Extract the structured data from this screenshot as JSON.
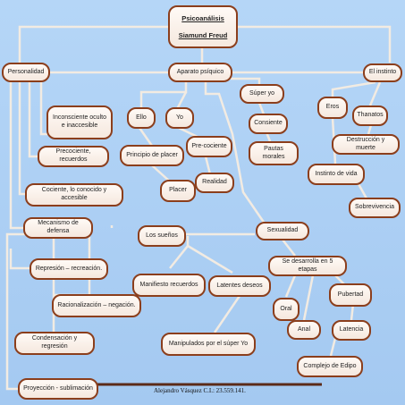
{
  "title": {
    "main": "Psicoanálisis",
    "author": "Siamund Freud"
  },
  "nodes": {
    "personalidad": "Personalidad",
    "aparato": "Aparato psíquico",
    "instinto": "El instinto",
    "super_yo": "Súper yo",
    "ello": "Ello",
    "yo": "Yo",
    "eros": "Eros",
    "thanatos": "Thanatos",
    "inconsciente": "Inconsciente oculto e inaccesible",
    "consiente": "Consiente",
    "principio_placer": "Principio de placer",
    "precociente": "Pre-cociente",
    "pautas": "Pautas morales",
    "destruccion": "Destrucción y muerte",
    "precociente_recuerdos": "Precociente, recuerdos",
    "instinto_vida": "Instinto de vida",
    "realidad": "Realidad",
    "placer": "Placer",
    "sobrevivencia": "Sobrevivencia",
    "cociente": "Cociente, lo conocido y accesible",
    "mecanismo": "Mecanismo de defensa",
    "suenos": "Los sueños",
    "sexualidad": "Sexualidad",
    "etapas": "Se desarrolla en 5 etapas",
    "represion": "Represión – recreación.",
    "manifiesto": "Manifiesto recuerdos",
    "latentes": "Latentes deseos",
    "pubertad": "Pubertad",
    "racionalizacion": "Racionalización – negación.",
    "oral": "Oral",
    "anal": "Anal",
    "latencia": "Latencia",
    "condensacion": "Condensación y regresión",
    "manipulados": "Manipulados por el súper Yo",
    "edipo": "Complejo de Edipo",
    "proyeccion": "Proyección - sublimación"
  },
  "footer": {
    "author_line": "Alejandro Vásquez C.I.: 23.559.141."
  },
  "colors": {
    "background": "#a9cdf4",
    "border": "#8b3e1c",
    "line": "#efe7dc"
  }
}
